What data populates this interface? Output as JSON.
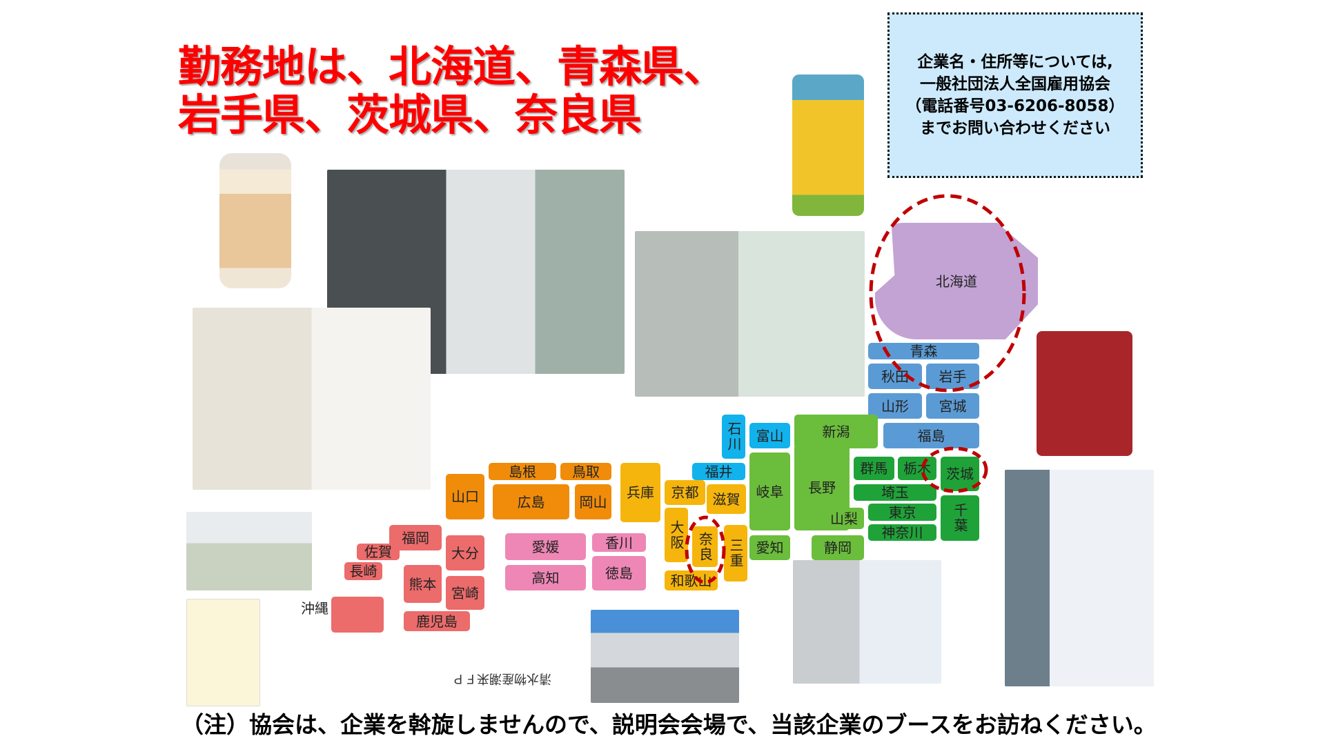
{
  "title": {
    "line1": "勤務地は、北海道、青森県、",
    "line2": "岩手県、茨城県、奈良県",
    "color": "#ff0000"
  },
  "info_box": {
    "lines": [
      "企業名・住所等については,",
      "一般社団法人全国雇用協会",
      "（電話番号03-6206-8058）",
      "までお問い合わせください"
    ],
    "background": "#cdeafc"
  },
  "photo_caption": "清水物産潮来ＦＰ",
  "note": "（注）協会は、企業を斡旋しませんので、説明会会場で、当該企業のブースをお訪ねください。",
  "map": {
    "okinawa_label": "沖縄",
    "highlighted": [
      "北海道",
      "茨城",
      "奈良"
    ],
    "highlight_color": "#c00000",
    "region_colors": {
      "hokkaido": "#c3a3d3",
      "tohoku": "#5b9bd5",
      "kanto": "#1fa339",
      "chubu": "#6bbd3c",
      "hokuriku": "#12b2ec",
      "kinki": "#f6b50c",
      "chugoku": "#f08c0a",
      "shikoku": "#ee87b5",
      "kyushu": "#ec6b6b"
    },
    "prefectures": [
      {
        "name": "北海道",
        "region": "hokkaido"
      },
      {
        "name": "青森",
        "region": "tohoku"
      },
      {
        "name": "秋田",
        "region": "tohoku"
      },
      {
        "name": "岩手",
        "region": "tohoku"
      },
      {
        "name": "山形",
        "region": "tohoku"
      },
      {
        "name": "宮城",
        "region": "tohoku"
      },
      {
        "name": "福島",
        "region": "tohoku"
      },
      {
        "name": "新潟",
        "region": "chubu"
      },
      {
        "name": "長野",
        "region": "chubu"
      },
      {
        "name": "富山",
        "region": "hokuriku"
      },
      {
        "name": "石川",
        "region": "hokuriku"
      },
      {
        "name": "岐阜",
        "region": "chubu"
      },
      {
        "name": "福井",
        "region": "hokuriku"
      },
      {
        "name": "群馬",
        "region": "kanto"
      },
      {
        "name": "栃木",
        "region": "kanto"
      },
      {
        "name": "茨城",
        "region": "kanto"
      },
      {
        "name": "埼玉",
        "region": "kanto"
      },
      {
        "name": "山梨",
        "region": "chubu"
      },
      {
        "name": "東京",
        "region": "kanto"
      },
      {
        "name": "神奈川",
        "region": "kanto"
      },
      {
        "name": "千葉",
        "region": "kanto"
      },
      {
        "name": "愛知",
        "region": "chubu"
      },
      {
        "name": "静岡",
        "region": "chubu"
      },
      {
        "name": "滋賀",
        "region": "kinki"
      },
      {
        "name": "京都",
        "region": "kinki"
      },
      {
        "name": "兵庫",
        "region": "kinki"
      },
      {
        "name": "大阪",
        "region": "kinki"
      },
      {
        "name": "奈良",
        "region": "kinki"
      },
      {
        "name": "三重",
        "region": "kinki"
      },
      {
        "name": "和歌山",
        "region": "kinki"
      },
      {
        "name": "島根",
        "region": "chugoku"
      },
      {
        "name": "鳥取",
        "region": "chugoku"
      },
      {
        "name": "山口",
        "region": "chugoku"
      },
      {
        "name": "広島",
        "region": "chugoku"
      },
      {
        "name": "岡山",
        "region": "chugoku"
      },
      {
        "name": "愛媛",
        "region": "shikoku"
      },
      {
        "name": "香川",
        "region": "shikoku"
      },
      {
        "name": "高知",
        "region": "shikoku"
      },
      {
        "name": "徳島",
        "region": "shikoku"
      },
      {
        "name": "福岡",
        "region": "kyushu"
      },
      {
        "name": "佐賀",
        "region": "kyushu"
      },
      {
        "name": "長崎",
        "region": "kyushu"
      },
      {
        "name": "大分",
        "region": "kyushu"
      },
      {
        "name": "熊本",
        "region": "kyushu"
      },
      {
        "name": "宮崎",
        "region": "kyushu"
      },
      {
        "name": "鹿児島",
        "region": "kyushu"
      },
      {
        "name": "",
        "region": "kyushu"
      }
    ]
  }
}
